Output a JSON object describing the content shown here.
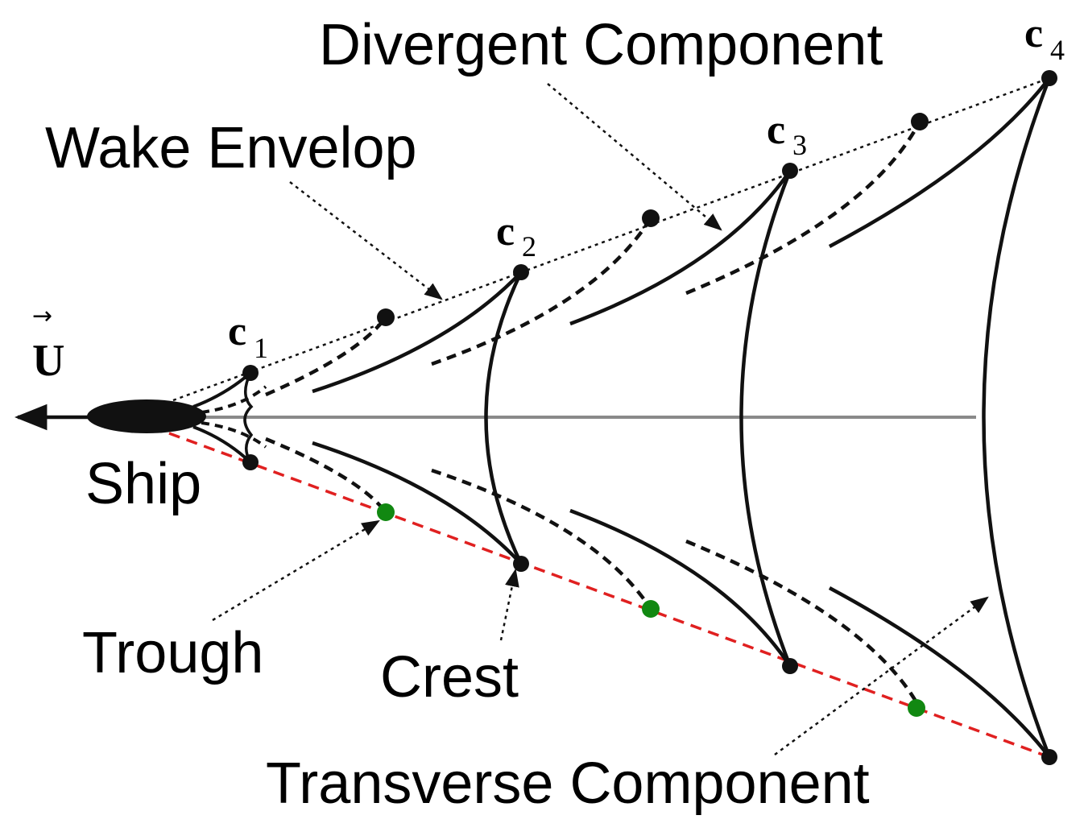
{
  "labels": {
    "divergent": "Divergent Component",
    "wake": "Wake Envelop",
    "transverse": "Transverse Component",
    "trough": "Trough",
    "crest": "Crest",
    "ship": "Ship",
    "velocity": "U",
    "velocity_arrow": "→"
  },
  "crests": [
    {
      "letter": "c",
      "index": "1"
    },
    {
      "letter": "c",
      "index": "2"
    },
    {
      "letter": "c",
      "index": "3"
    },
    {
      "letter": "c",
      "index": "4"
    }
  ],
  "colors": {
    "stroke": "#111111",
    "axis": "#8a8a8a",
    "envelope_lower": "#e02020",
    "trough_point": "#118811"
  }
}
